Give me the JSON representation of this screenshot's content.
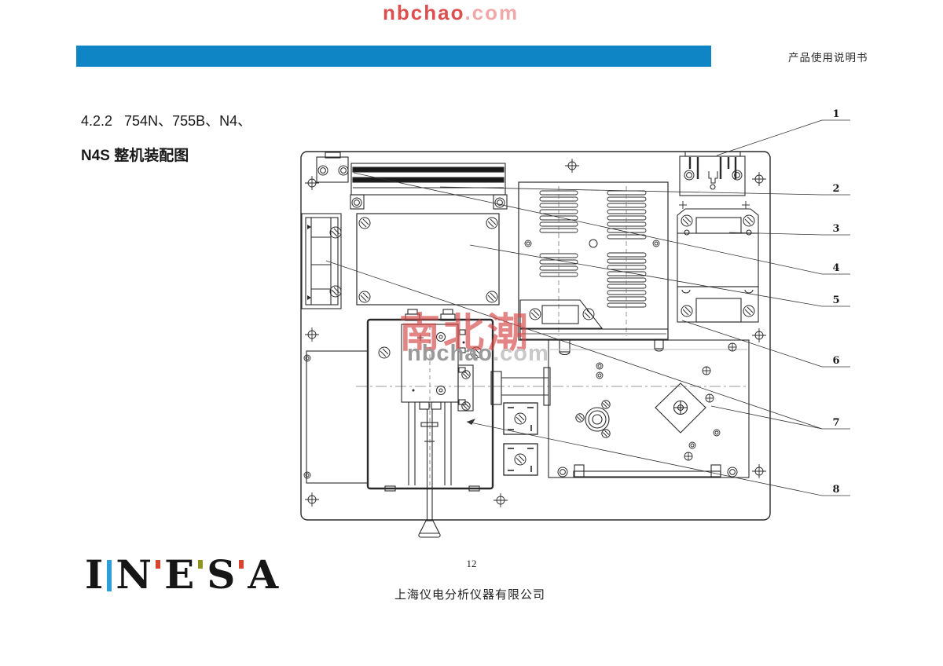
{
  "header": {
    "doc_label": "产品使用说明书",
    "bar_color": "#0f85c6"
  },
  "section": {
    "line1": "4.2.2   754N、755B、N4、",
    "line2": "N4S 整机装配图"
  },
  "figure": {
    "callouts": [
      "1",
      "2",
      "3",
      "4",
      "5",
      "6",
      "7",
      "8"
    ]
  },
  "watermarks": {
    "top_name": "nbchao",
    "top_tld": ".com",
    "center_brand": "南北潮",
    "center_name": "nbchao",
    "center_tld": ".com"
  },
  "footer": {
    "page_number": "12",
    "company_name": "上海仪电分析仪器有限公司",
    "logo_letters": [
      "I",
      "N",
      "E",
      "S",
      "A"
    ],
    "logo_bar_colors": [
      "#2ba0d8",
      "#d9442f",
      "#8f9421",
      "#d9442f"
    ]
  },
  "colors": {
    "accent_blue": "#0f85c6",
    "watermark_red": "#d64646",
    "line_color": "#2a2a2a"
  }
}
